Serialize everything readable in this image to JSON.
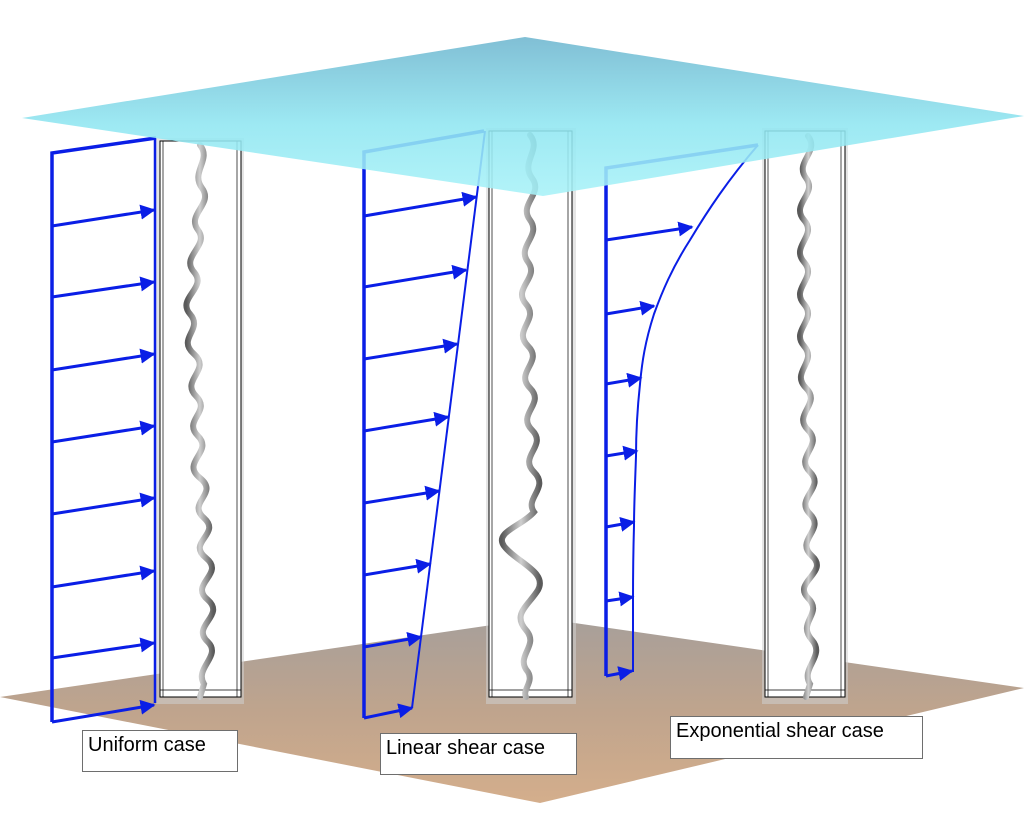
{
  "labels": {
    "uniform": "Uniform case",
    "linear": "Linear shear case",
    "exponential": "Exponential shear case"
  },
  "colors": {
    "arrow": "#0a1ee6",
    "surface_top": "#8ee6f0",
    "bed_bottom": "#c9a88a",
    "riser": "#8a8a8a"
  },
  "icons": {
    "profile_arrow": "arrow-right-icon"
  }
}
